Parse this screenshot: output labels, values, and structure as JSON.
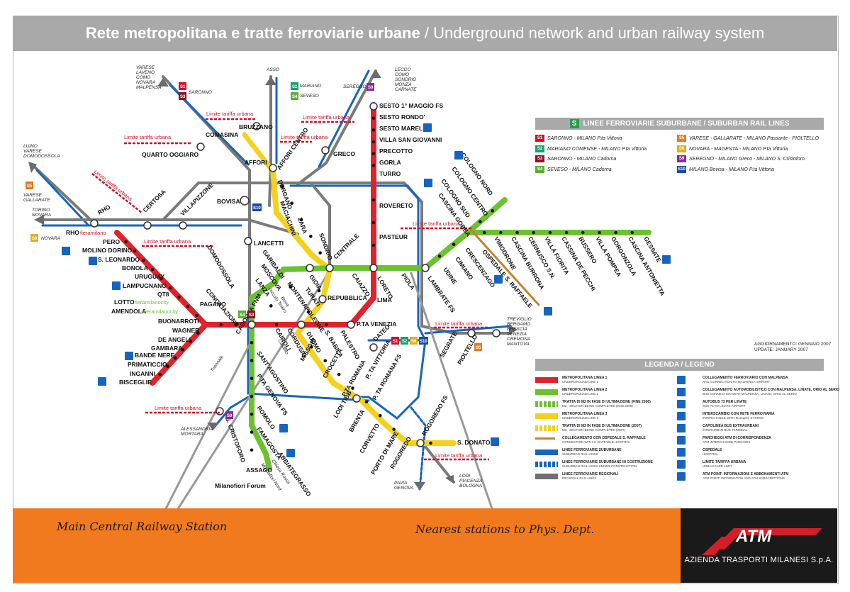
{
  "title": {
    "italian": "Rete metropolitana e tratte ferroviarie urbane",
    "separator": "/",
    "english": "Underground network and urban railway system"
  },
  "colors": {
    "m1": "#e2222b",
    "m2": "#6cc12f",
    "m3": "#f4d11c",
    "suburban": "#1565c0",
    "regional": "#707070",
    "band": "#f07a1d"
  },
  "suburban_panel": {
    "badge": "S",
    "heading": "LINEE FERROVIARIE SUBURBANE / SUBURBAN RAIL LINES",
    "lines": [
      {
        "code": "S1",
        "color": "#d0102a",
        "text": "SARONNO - MILANO P.ta Vittoria"
      },
      {
        "code": "S2",
        "color": "#14a36e",
        "text": "MARIANO COMENSE - MILANO P.ta Vittoria"
      },
      {
        "code": "S3",
        "color": "#8c1423",
        "text": "SARONNO - MILANO Cadorna"
      },
      {
        "code": "S4",
        "color": "#5cb030",
        "text": "SEVESO - MILANO Cadorna"
      },
      {
        "code": "S5",
        "color": "#e07b27",
        "text": "VARESE - GALLARATE - MILANO Passante - PIOLTELLO"
      },
      {
        "code": "S6",
        "color": "#e0b020",
        "text": "NOVARA - MAGENTA - MILANO P.ta Vittoria"
      },
      {
        "code": "S9",
        "color": "#8e2a8e",
        "text": "SEREGNO - MILANO Greco - MILANO S. Cristoforo"
      },
      {
        "code": "S10",
        "color": "#1c4aa0",
        "text": "MILANO Bovisa - MILANO P.ta Vittoria"
      }
    ]
  },
  "update": {
    "it": "AGGIORNAMENTO: GENNAIO 2007",
    "en": "UPDATE: JANUARY 2007"
  },
  "legend": {
    "heading": "LEGENDA / LEGEND",
    "left": [
      {
        "title": "METROPOLITANA LINEA 1",
        "sub": "UNDERGROUND LINE 1"
      },
      {
        "title": "METROPOLITANA LINEA 2",
        "sub": "UNDERGROUND LINE 2"
      },
      {
        "title": "TRATTA DI M2 IN FASE DI ULTIMAZIONE (FINE 2006)",
        "sub": "M2 - SECTION BEING COMPLETED (END 2006)"
      },
      {
        "title": "METROPOLITANA LINEA 3",
        "sub": "UNDERGROUND LINE 3"
      },
      {
        "title": "TRATTA DI M3 IN FASE DI ULTIMAZIONE (2007)",
        "sub": "M3 - SECTION BEING COMPLETED (2007)"
      },
      {
        "title": "COLLEGAMENTO CON OSPEDALE S. RAFFAELE",
        "sub": "CONNECTION WITH S. RAFFAELE HOSPITAL"
      },
      {
        "title": "LINEE FERROVIARIE SUBURBANE",
        "sub": "SUBURBAN RAIL LINES"
      },
      {
        "title": "LINEE FERROVIARIE SUBURBANE IN COSTRUZIONE",
        "sub": "SUBURBAN RAIL LINES UNDER CONSTRUCTION"
      },
      {
        "title": "LINEE FERROVIARIE REGIONALI",
        "sub": "REGIONAL RAIL LINES"
      }
    ],
    "right": [
      {
        "title": "COLLEGAMENTO FERROVIARIO CON MALPENSA",
        "sub": "RAIL CONNECTION TO MALPENSA AIRPORT"
      },
      {
        "title": "COLLEGAMENTO AUTOMOBILISTICO CON MALPENSA, LINATE, ORIO AL SERIO",
        "sub": "BUS CONNECTION WITH MALPENSA, LINATE, ORIO AL SERIO"
      },
      {
        "title": "AUTOBUS 73 PER LINATE",
        "sub": "BUS 73 TO LINATE AIRPORT"
      },
      {
        "title": "INTERSCAMBIO CON RETE FERROVIARIA",
        "sub": "INTERCHANGE WITH RAILWAY SYSTEM"
      },
      {
        "title": "CAPOLINEA BUS EXTRAURBANI",
        "sub": "INTERURBAN BUS TERMINAL"
      },
      {
        "title": "PARCHEGGI ATM DI CORRISPONDENZA",
        "sub": "ATM INTERCHANGE PARKINGS"
      },
      {
        "title": "OSPEDALE",
        "sub": "HOSPITAL"
      },
      {
        "title": "LIMITE TARIFFA URBANA",
        "sub": "URBAN FARE LIMIT"
      },
      {
        "title": "ATM POINT: INFORMAZIONI E ABBONAMENTI ATM",
        "sub": "ATM POINT: INFORMATION AND ATM SUBSCRIPTIONS"
      }
    ]
  },
  "fare_limit_label": "Limite tariffa urbana",
  "termini": {
    "varese_nw": "VARESE\nLAVENO\nCOMO\nNOVARA\nMALPENSA",
    "asso": "ASSO",
    "lecco": "LECCO\nCOMO\nSONDRIO\nMONZA\nCARNATE",
    "seregno": "SEREGNO",
    "luino": "LUINO\nVARESE\nDOMODOSSOLA",
    "varese_gallarate": "VARESE\nGALLARATE",
    "torino": "TORINO\nNOVARA",
    "treviglio": "TREVIGLIO\nBERGAMO\nBRESCIA\nVENEZIA\nCREMONA\nMANTOVA",
    "alessandria": "ALESSANDRIA\nMORTARA",
    "pavia": "PAVIA\nGENOVA",
    "lodi": "LODI\nPIACENZA\nBOLOGNA",
    "saronno": "SARONNO",
    "mariano": "MARIANO",
    "seveso": "SEVESO",
    "novara": "NOVARA"
  },
  "m1_stations": [
    "SESTO 1° MAGGIO FS",
    "SESTO RONDO'",
    "SESTO MARELLI",
    "VILLA SAN GIOVANNI",
    "PRECOTTO",
    "GORLA",
    "TURRO",
    "ROVERETO",
    "PASTEUR",
    "LORETO",
    "LIMA",
    "P.TA VENEZIA",
    "PALESTRO",
    "S. BABILA",
    "DUOMO",
    "CORDUSIO",
    "CAIROLI",
    "CADORNA FNM",
    "CONCILIAZIONE",
    "PAGANO",
    "BUONARROTI",
    "WAGNER",
    "DE ANGELI",
    "GAMBARA",
    "BANDE NERE",
    "PRIMATICCIO",
    "INGANNI",
    "BISCEGLIE",
    "AMENDOLA",
    "LOTTO",
    "QT8",
    "LAMPUGNANO",
    "URUGUAY",
    "BONOLA",
    "S. LEONARDO",
    "MOLINO DORINO",
    "PERO",
    "RHO"
  ],
  "m2_stations": [
    "GESSATE",
    "CASCINA ANTONIETTA",
    "GORGONZOLA",
    "VILLA POMPEA",
    "BUSSERO",
    "CASSINA DE PECCHI",
    "VILLA FIORITA",
    "CERNUSCO S.N.",
    "CASCINA BURRONA",
    "VIMODRONE",
    "COLOGNO NORD",
    "COLOGNO CENTRO",
    "COLOGNO SUD",
    "CASCINA GOBBA",
    "CRESCENZAGO",
    "CIMIANO",
    "UDINE",
    "LAMBRATE FS",
    "PIOLA",
    "CAIAZZO",
    "CENTRALE",
    "GIOIA",
    "GARIBALDI",
    "MOSCOVA",
    "LANZA",
    "SANT'AGOSTINO",
    "P.TA GENOVA FS",
    "ROMOLO",
    "FAMAGOSTA",
    "ABBIATEGRASSO",
    "ASSAGO",
    "Milanofiori Forum",
    "MONTENAPOLEONE",
    "MISSORI",
    "CROCETTA",
    "P.TA ROMANA",
    "LODI TIBB",
    "BRENTA",
    "CORVETTO",
    "PORTO DI MARE",
    "ROGOREDO",
    "S. DONATO",
    "TURATI",
    "REPUBBLICA",
    "SONDRIO",
    "ZARA",
    "MACIACHINI",
    "DERGANO",
    "AFFORI CENTRO",
    "AFFORI"
  ],
  "other_stations": {
    "sesto_marelli_p": "P",
    "rho_fm": "RHO",
    "fieramilano": "fieramilano",
    "fieramilanocity": "fieramilanocity",
    "certosa": "CERTOSA",
    "villapizzone": "VILLAPIZZONE",
    "bovisa": "BOVISA",
    "lancetti": "LANCETTI",
    "domodossola": "DOMODOSSOLA",
    "quarto": "QUARTO OGGIARO",
    "comasina": "COMASINA",
    "bruzzano": "BRUZZANO",
    "greco": "GRECO",
    "dateo": "DATEO",
    "vittoria": "P. TA VITTORIA",
    "romana_fs": "P. TA ROMANA FS",
    "rogoredo_fs": "ROGOREDO FS",
    "segrate": "SEGRATE",
    "pioltello": "PIOLTELLO",
    "cristoforo": "S. CRISTOFORO",
    "s_raffaele": "OSPEDALE S. RAFFAELE",
    "piccolo_teatro": "Piccolo Teatro",
    "triennale": "Triennale",
    "castello": "Castello",
    "brera": "Brera",
    "chiesa_rossa": "Chiesa Rossa",
    "milanofiori_nord": "Milanofiori Nord"
  },
  "annotations": {
    "left": "Main Central Railway Station",
    "right": "Nearest stations to Phys. Dept."
  },
  "atm": {
    "logo": "ATM",
    "company": "AZIENDA TRASPORTI MILANESI S.p.A."
  }
}
